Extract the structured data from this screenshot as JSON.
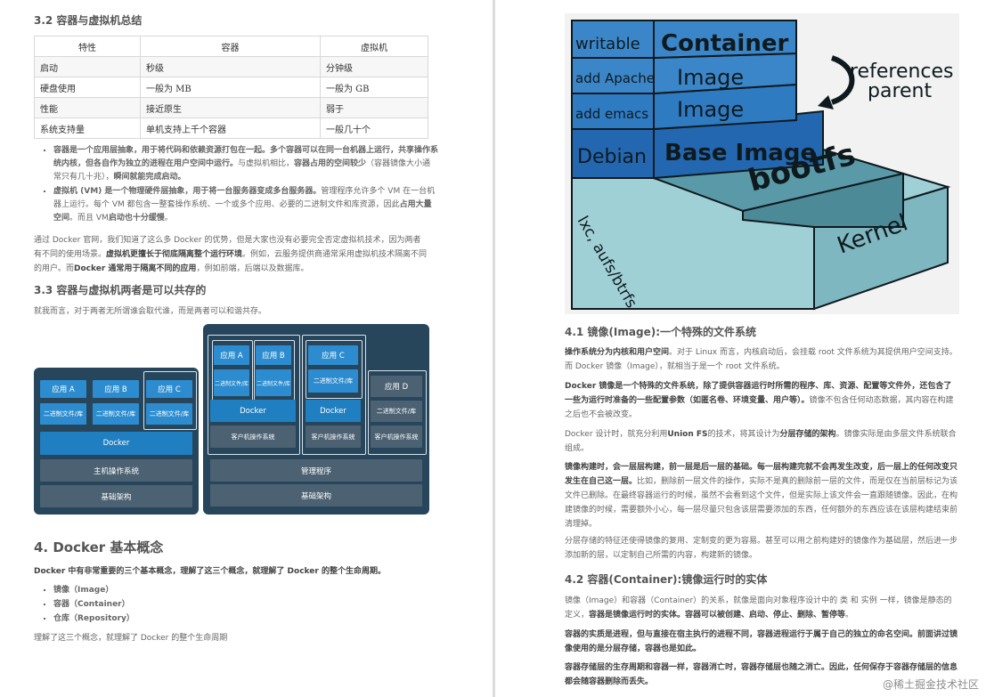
{
  "left": {
    "sec32_title": "3.2 容器与虚拟机总结",
    "table": {
      "headers": [
        "特性",
        "容器",
        "虚拟机"
      ],
      "rows": [
        [
          "启动",
          "秒级",
          "分钟级"
        ],
        [
          "硬盘使用",
          "一般为 MB",
          "一般为 GB"
        ],
        [
          "性能",
          "接近原生",
          "弱于"
        ],
        [
          "系统支持量",
          "单机支持上千个容器",
          "一般几十个"
        ]
      ]
    },
    "bullet1_bold": "容器是一个应用层抽象，用于将代码和依赖资源打包在一起。多个容器可以在同一台机器上运行，共享操作系统内核，但各自作为独立的进程在用户空间中运行。",
    "bullet1_rest": "与虚拟机相比，",
    "bullet1_bold2": "容器占用的空间较少",
    "bullet1_rest2": "（容器镜像大小通常只有几十兆），",
    "bullet1_bold3": "瞬间就能完成启动。",
    "bullet2_bold": "虚拟机 (VM) 是一个物理硬件层抽象，用于将一台服务器变成多台服务器。",
    "bullet2_rest": "管理程序允许多个 VM 在一台机器上运行。每个 VM 都包含一整套操作系统、一个或多个应用、必要的二进制文件和库资源，因此",
    "bullet2_bold2": "占用大量空间",
    "bullet2_rest2": "。而且 VM",
    "bullet2_bold3": "启动也十分缓慢",
    "bullet2_rest3": "。",
    "para1_a": "通过 Docker 官网，我们知道了这么多 Docker 的优势，但是大家也没有必要完全否定虚拟机技术，因为两者有不同的使用场景。",
    "para1_b": "虚拟机更擅长于彻底隔离整个运行环境",
    "para1_c": "。例如，云服务提供商通常采用虚拟机技术隔离不同的用户。而",
    "para1_d": "Docker 通常用于隔离不同的应用",
    "para1_e": "，例如前端，后端以及数据库。",
    "sec33_title": "3.3 容器与虚拟机两者是可以共存的",
    "para2": "就我而言，对于两者无所谓谁会取代谁，而是两者可以和谐共存。",
    "diagram": {
      "app_a": "应用 A",
      "app_b": "应用 B",
      "app_c": "应用 C",
      "app_d": "应用 D",
      "bins": "二进制文件/库",
      "docker": "Docker",
      "host_os": "主机操作系统",
      "infra": "基础架构",
      "guest_os": "客户机操作系统",
      "hypervisor": "管理程序"
    },
    "sec4_title": "4. Docker 基本概念",
    "sec4_intro": "Docker 中有非常重要的三个基本概念，理解了这三个概念，就理解了 Docker 的整个生命周期。",
    "concepts": [
      "镜像（Image）",
      "容器（Container）",
      "仓库（Repository）"
    ],
    "sec4_outro": "理解了这三个概念，就理解了 Docker 的整个生命周期"
  },
  "right": {
    "layers_image": {
      "writable": "writable",
      "container": "Container",
      "add_apache": "add Apache",
      "image1": "Image",
      "add_emacs": "add emacs",
      "image2": "Image",
      "debian": "Debian",
      "base_image": "Base Image",
      "lxc": "lxc, aufs/btrfs",
      "bootfs": "bootfs",
      "kernel": "Kernel",
      "references": "references",
      "parent": "parent",
      "colors": {
        "top": "#3b86c9",
        "mid": "#2f7bc2",
        "base": "#2367b0",
        "bootfs": "#5a9aa8",
        "kernel": "#9fd0d6"
      }
    },
    "sec41_title": "4.1 镜像(Image):一个特殊的文件系统",
    "p41_1_bold": "操作系统分为内核和用户空间",
    "p41_1_rest": "。对于 Linux 而言，内核启动后，会挂载 root 文件系统为其提供用户空间支持。而 Docker 镜像（Image），就相当于是一个 root 文件系统。",
    "p41_2_bold": "Docker 镜像是一个特殊的文件系统，除了提供容器运行时所需的程序、库、资源、配置等文件外，还包含了一些为运行时准备的一些配置参数（如匿名卷、环境变量、用户等）。",
    "p41_2_rest": "镜像不包含任何动态数据，其内容在构建之后也不会被改变。",
    "p41_3_a": "Docker 设计时，就充分利用",
    "p41_3_b": "Union FS",
    "p41_3_c": "的技术，将其设计为",
    "p41_3_d": "分层存储的架构",
    "p41_3_e": "。镜像实际是由多层文件系统联合组成。",
    "p41_4_bold": "镜像构建时，会一层层构建，前一层是后一层的基础。每一层构建完就不会再发生改变，后一层上的任何改变只发生在自己这一层。",
    "p41_4_rest": "比如，删除前一层文件的操作，实际不是真的删除前一层的文件，而是仅在当前层标记为该文件已删除。在最终容器运行的时候，虽然不会看到这个文件，但是实际上该文件会一直跟随镜像。因此，在构建镜像的时候，需要额外小心，每一层尽量只包含该层需要添加的东西，任何额外的东西应该在该层构建结束前清理掉。",
    "p41_5": "分层存储的特征还使得镜像的复用、定制变的更为容易。甚至可以用之前构建好的镜像作为基础层，然后进一步添加新的层，以定制自己所需的内容，构建新的镜像。",
    "sec42_title": "4.2 容器(Container):镜像运行时的实体",
    "p42_1_a": "镜像（Image）和容器（Container）的关系，就像是面向对象程序设计中的 类 和 实例 一样，镜像是静态的定义，",
    "p42_1_b": "容器是镜像运行时的实体。容器可以被创建、启动、停止、删除、暂停等",
    "p42_1_c": "。",
    "p42_2_a": "容器的实质是进程，但与直接在宿主执行的进程不同，容器进程运行于属于自己的独立的",
    "p42_2_b": "命名空间",
    "p42_2_c": "。前面讲过镜像使用的是分层存储，容器也是如此。",
    "p42_3": "容器存储层的生存周期和容器一样，容器消亡时，容器存储层也随之消亡。因此，任何保存于容器存储层的信息都会随容器删除而丢失。",
    "watermark": "@稀土掘金技术社区"
  }
}
